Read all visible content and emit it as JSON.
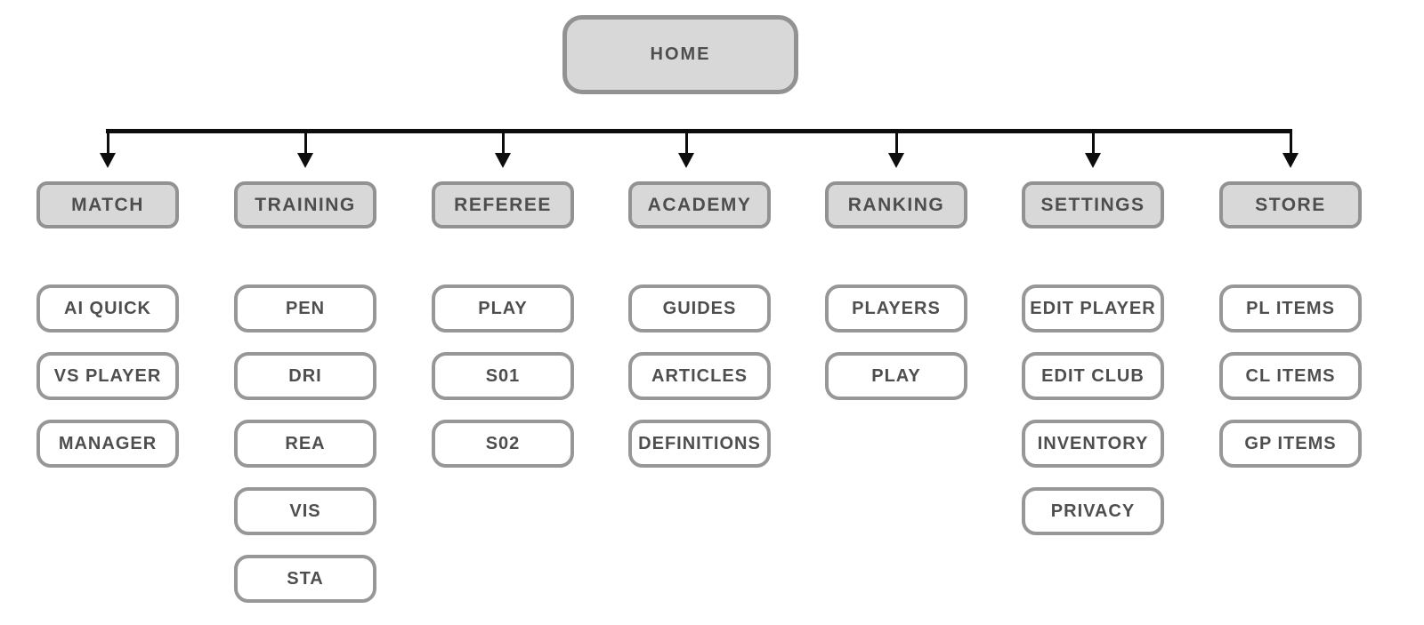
{
  "diagram": {
    "root": {
      "label": "HOME"
    },
    "columns": [
      {
        "label": "MATCH",
        "children": [
          "AI QUICK",
          "VS PLAYER",
          "MANAGER"
        ]
      },
      {
        "label": "TRAINING",
        "children": [
          "PEN",
          "DRI",
          "REA",
          "VIS",
          "STA"
        ]
      },
      {
        "label": "REFEREE",
        "children": [
          "PLAY",
          "S01",
          "S02"
        ]
      },
      {
        "label": "ACADEMY",
        "children": [
          "GUIDES",
          "ARTICLES",
          "DEFINITIONS"
        ]
      },
      {
        "label": "RANKING",
        "children": [
          "PLAYERS",
          "PLAY"
        ]
      },
      {
        "label": "SETTINGS",
        "children": [
          "EDIT PLAYER",
          "EDIT CLUB",
          "INVENTORY",
          "PRIVACY"
        ]
      },
      {
        "label": "STORE",
        "children": [
          "PL ITEMS",
          "CL ITEMS",
          "GP ITEMS"
        ]
      }
    ],
    "colors": {
      "header_fill": "#d8d8d8",
      "header_border": "#929292",
      "child_fill": "#ffffff",
      "child_border": "#979797",
      "text": "#4e4e4e",
      "connector": "#0d0d0d",
      "background": "#ffffff"
    }
  }
}
